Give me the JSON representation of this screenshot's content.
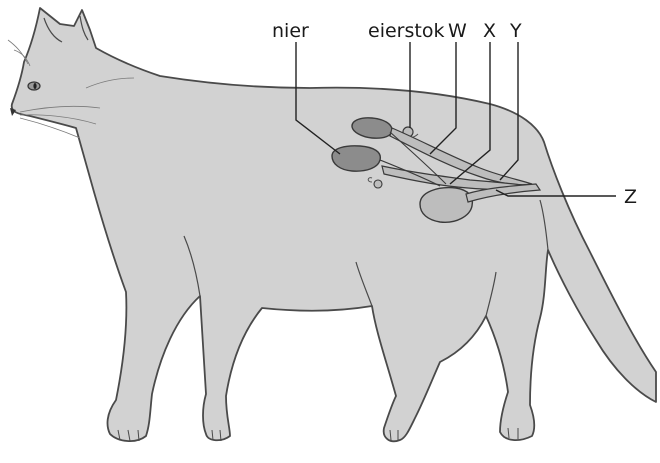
{
  "diagram": {
    "labels": {
      "nier": "nier",
      "eierstok": "eierstok",
      "W": "W",
      "X": "X",
      "Y": "Y",
      "Z": "Z"
    }
  },
  "colors": {
    "body": "#d2d2d2",
    "outline": "#4a4a4a",
    "organ_dark": "#8c8c8c",
    "organ_light": "#bdbdbd",
    "leader": "#222222"
  }
}
